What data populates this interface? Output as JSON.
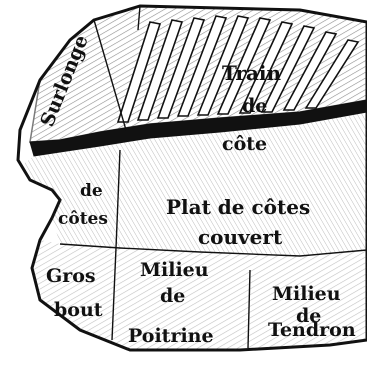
{
  "diagram": {
    "labels": {
      "surlonge": "Surlonge",
      "train_de_cote_1": "Train",
      "train_de_cote_2": "de",
      "train_de_cote_3": "côte",
      "bout_de_cotes_1": "de",
      "bout_de_cotes_2": "côtes",
      "plat_de_cotes_1": "Plat de côtes",
      "plat_de_cotes_2": "couvert",
      "gros_bout_1": "Gros",
      "gros_bout_2": "bout",
      "milieu_poitrine_1": "Milieu",
      "milieu_poitrine_2": "de",
      "milieu_poitrine_3": "Poitrine",
      "milieu_tendron_1": "Milieu",
      "milieu_tendron_2": "de",
      "milieu_tendron_3": "Tendron"
    },
    "colors": {
      "ink": "#111111",
      "paper": "#ffffff",
      "shade": "#555555"
    }
  }
}
